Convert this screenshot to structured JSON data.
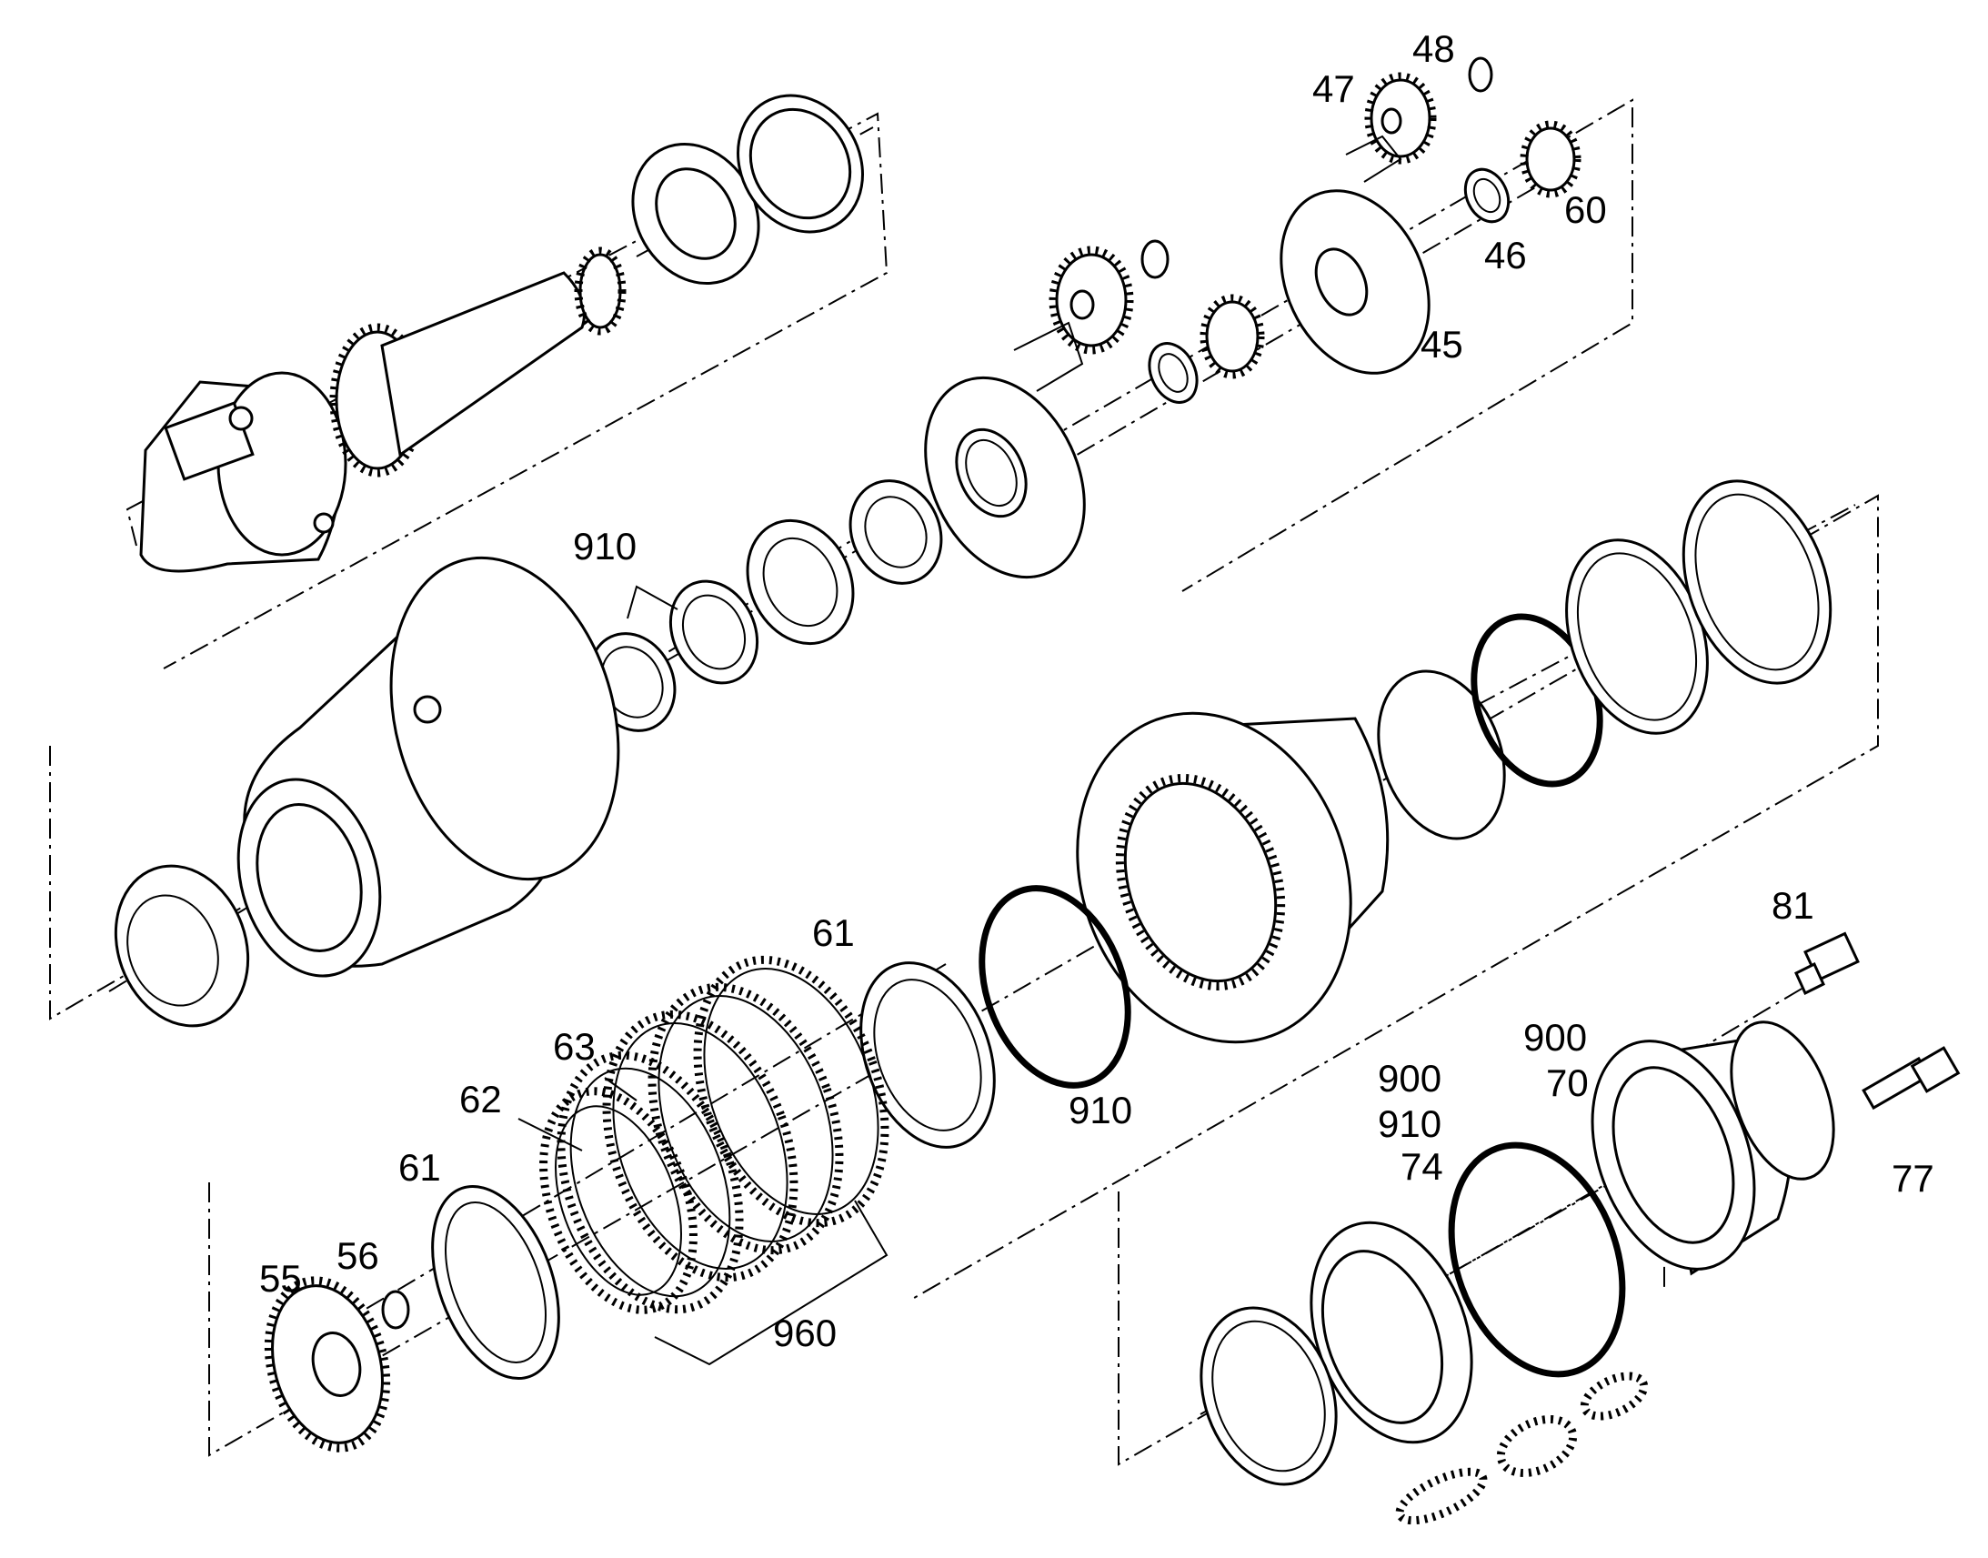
{
  "labels": {
    "p48": "48",
    "p47": "47",
    "p60": "60",
    "p46": "46",
    "p45": "45",
    "p910a": "910",
    "p61a": "61",
    "p910b": "910",
    "p81": "81",
    "p900a": "900",
    "p70": "70",
    "p900b": "900",
    "p910c": "910",
    "p74": "74",
    "p63": "63",
    "p62": "62",
    "p61b": "61",
    "p77": "77",
    "p56": "56",
    "p55": "55",
    "p960": "960"
  }
}
